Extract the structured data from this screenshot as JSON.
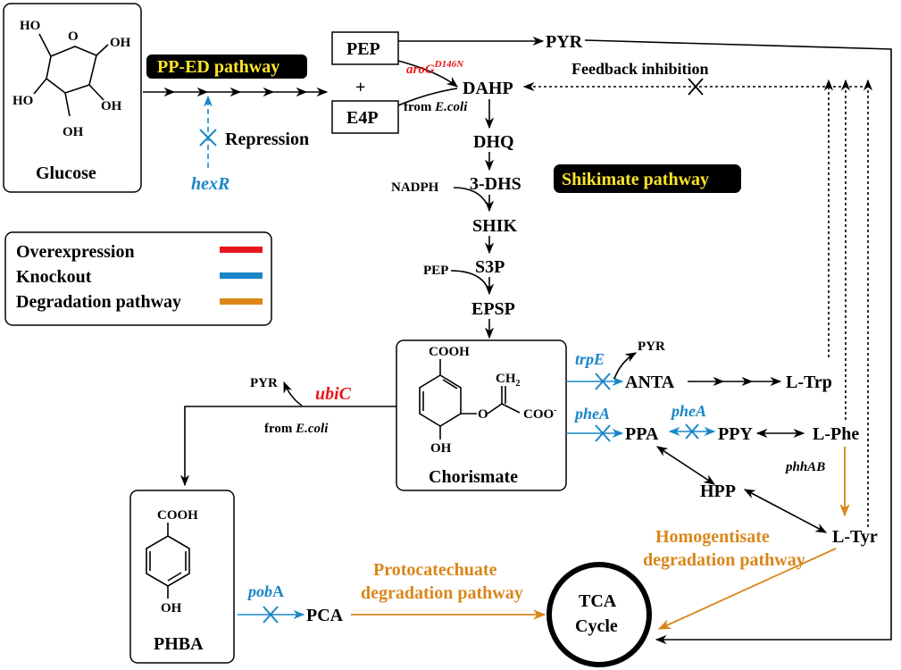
{
  "colors": {
    "overexpression": "#e8161c",
    "knockout": "#1a86c8",
    "degradation": "#d9861a",
    "pathway_label_bg": "#000000",
    "pathway_label_fg": "#ffe42a"
  },
  "glucose": {
    "name": "Glucose",
    "labels": {
      "ho_top": "HO",
      "oh_right": "OH",
      "ho_left": "HO",
      "oh_bottom": "OH",
      "oh_right2": "OH",
      "ring_o": "O"
    }
  },
  "pathways": {
    "pp_ed": "PP-ED pathway",
    "shikimate": "Shikimate pathway",
    "protocatechuate": [
      "Protocatechuate",
      "degradation pathway"
    ],
    "homogentisate": [
      "Homogentisate",
      "degradation pathway"
    ]
  },
  "genes": {
    "hexR": "hexR",
    "aroG": "aroG",
    "aroG_sup": "D146N",
    "ubiC": "ubiC",
    "trpE": "trpE",
    "pheA1": "pheA",
    "pheA2": "pheA",
    "pobA": "pob",
    "pobA_suffix": "A",
    "phhAB": "phhAB"
  },
  "labels": {
    "repression": "Repression",
    "feedback_inhibition": "Feedback inhibition",
    "from_ecoli_1": "from ",
    "from_ecoli_2": "E.coli",
    "plus": "+"
  },
  "metabolites": {
    "pep": "PEP",
    "e4p": "E4P",
    "pyr_top": "PYR",
    "dahp": "DAHP",
    "dhq": "DHQ",
    "dhs": "3-DHS",
    "nadph": "NADPH",
    "shik": "SHIK",
    "s3p": "S3P",
    "pep2": "PEP",
    "epsp": "EPSP",
    "chorismate": "Chorismate",
    "pyr_ubic": "PYR",
    "pyr_trpe": "PYR",
    "anta": "ANTA",
    "ltrp": "L-Trp",
    "ppa": "PPA",
    "ppy": "PPY",
    "lphe": "L-Phe",
    "hpp": "HPP",
    "ltyr": "L-Tyr",
    "phba": "PHBA",
    "pca": "PCA",
    "tca": [
      "TCA",
      "Cycle"
    ]
  },
  "chorismate_struct": {
    "cooh": "COOH",
    "ch2": "CH",
    "ch2_sub": "2",
    "coo": "COO",
    "coo_sup": "-",
    "o": "O",
    "oh": "OH"
  },
  "phba_struct": {
    "cooh": "COOH",
    "oh": "OH"
  },
  "legend": {
    "items": [
      {
        "label": "Overexpression",
        "color": "#e8161c"
      },
      {
        "label": "Knockout",
        "color": "#1a86c8"
      },
      {
        "label": "Degradation pathway",
        "color": "#d9861a"
      }
    ]
  }
}
